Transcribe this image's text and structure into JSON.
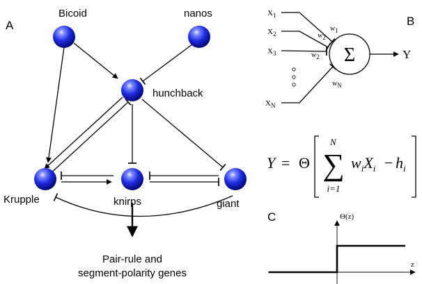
{
  "panels": {
    "a": "A",
    "b": "B",
    "c": "C"
  },
  "network": {
    "genes": {
      "bicoid": "Bicoid",
      "nanos": "nanos",
      "hunchback": "hunchback",
      "krupple": "Krupple",
      "knirps": "knirps",
      "giant": "giant"
    },
    "output_line1": "Pair-rule and",
    "output_line2": "segment-polarity genes",
    "node_color": "#1f2de0"
  },
  "neuron": {
    "inputs": [
      {
        "name": "X",
        "sub": "1"
      },
      {
        "name": "X",
        "sub": "2"
      },
      {
        "name": "X",
        "sub": "3"
      },
      {
        "name": "X",
        "sub": "N"
      }
    ],
    "weights": [
      {
        "name": "w",
        "sub": "1"
      },
      {
        "name": "w",
        "sub": "2"
      },
      {
        "name": "w",
        "sub": "2"
      },
      {
        "name": "w",
        "sub": "N"
      }
    ],
    "sum_symbol": "Σ",
    "output": "Y"
  },
  "equation": {
    "lhs": "Y",
    "equals": "=",
    "theta": "Θ",
    "upper_limit": "N",
    "sum_symbol": "∑",
    "lower_limit": "i=1",
    "w": "w",
    "w_sub": "i",
    "x": "X",
    "x_sub": "i",
    "minus": "−",
    "h": "h",
    "h_sub": "i"
  },
  "step_plot": {
    "y_label": "Θ(z)",
    "x_label": "z"
  }
}
